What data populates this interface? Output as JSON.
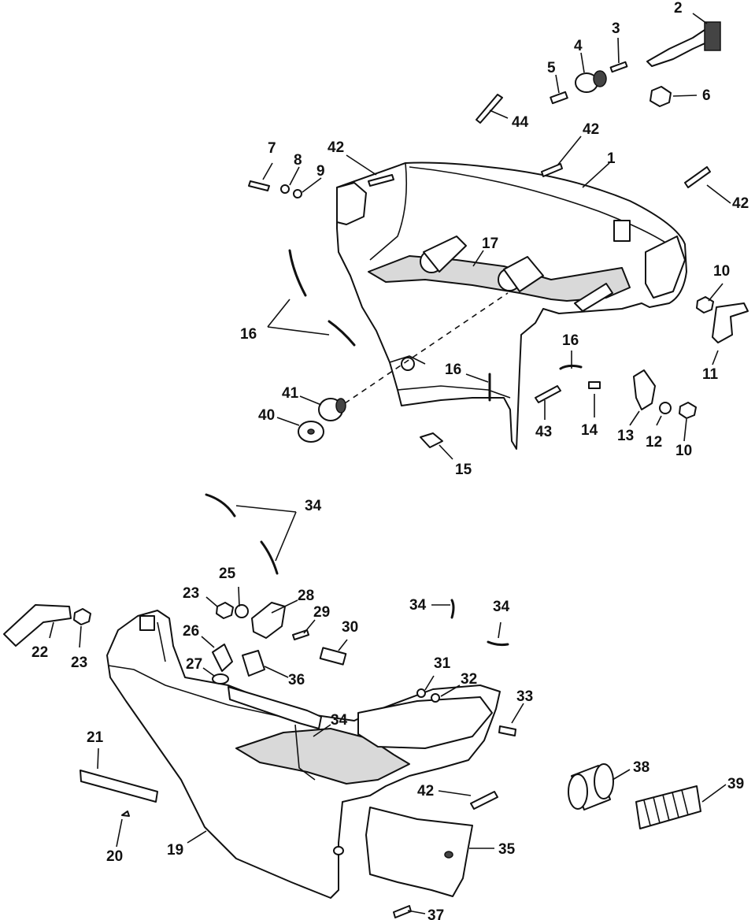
{
  "diagram": {
    "labels": {
      "p1": "1",
      "p2": "2",
      "p3": "3",
      "p4": "4",
      "p5": "5",
      "p6": "6",
      "p7": "7",
      "p8": "8",
      "p9": "9",
      "p10a": "10",
      "p10b": "10",
      "p11": "11",
      "p12": "12",
      "p13": "13",
      "p14": "14",
      "p15": "15",
      "p16a": "16",
      "p16b": "16",
      "p16c": "16",
      "p17": "17",
      "p19": "19",
      "p20": "20",
      "p21": "21",
      "p22": "22",
      "p23a": "23",
      "p23b": "23",
      "p25": "25",
      "p26": "26",
      "p27": "27",
      "p28": "28",
      "p29": "29",
      "p30": "30",
      "p31": "31",
      "p32": "32",
      "p33": "33",
      "p34a": "34",
      "p34b": "34",
      "p34c": "34",
      "p34d": "34",
      "p35": "35",
      "p36": "36",
      "p37": "37",
      "p38": "38",
      "p39": "39",
      "p40": "40",
      "p41": "41",
      "p42a": "42",
      "p42b": "42",
      "p42c": "42",
      "p42d": "42",
      "p43": "43",
      "p44": "44"
    }
  }
}
